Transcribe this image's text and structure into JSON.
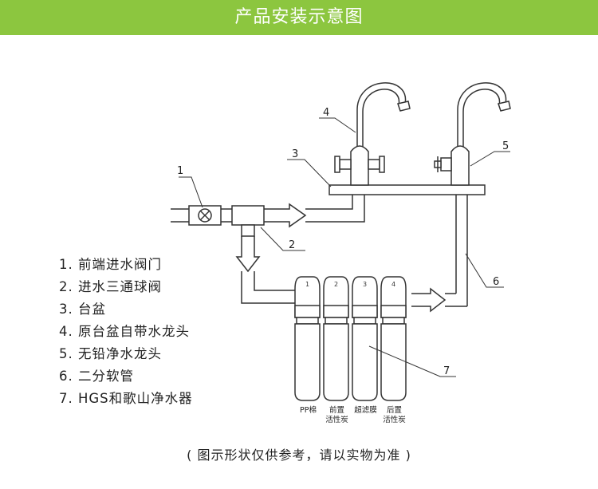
{
  "banner": {
    "title": "产品安装示意图",
    "color": "#8cc63f"
  },
  "diagram": {
    "callouts": [
      "1",
      "2",
      "3",
      "4",
      "5",
      "6",
      "7"
    ],
    "cartridges": [
      {
        "number": "1",
        "label_lines": [
          "PP棉"
        ]
      },
      {
        "number": "2",
        "label_lines": [
          "前置",
          "活性炭"
        ]
      },
      {
        "number": "3",
        "label_lines": [
          "超滤膜"
        ]
      },
      {
        "number": "4",
        "label_lines": [
          "后置",
          "活性炭"
        ]
      }
    ]
  },
  "legend": [
    "1. 前端进水阀门",
    "2. 进水三通球阀",
    "3. 台盆",
    "4. 原台盆自带水龙头",
    "5. 无铅净水龙头",
    "6. 二分软管",
    "7. HGS和歌山净水器"
  ],
  "note": "( 图示形状仅供参考，请以实物为准 )"
}
